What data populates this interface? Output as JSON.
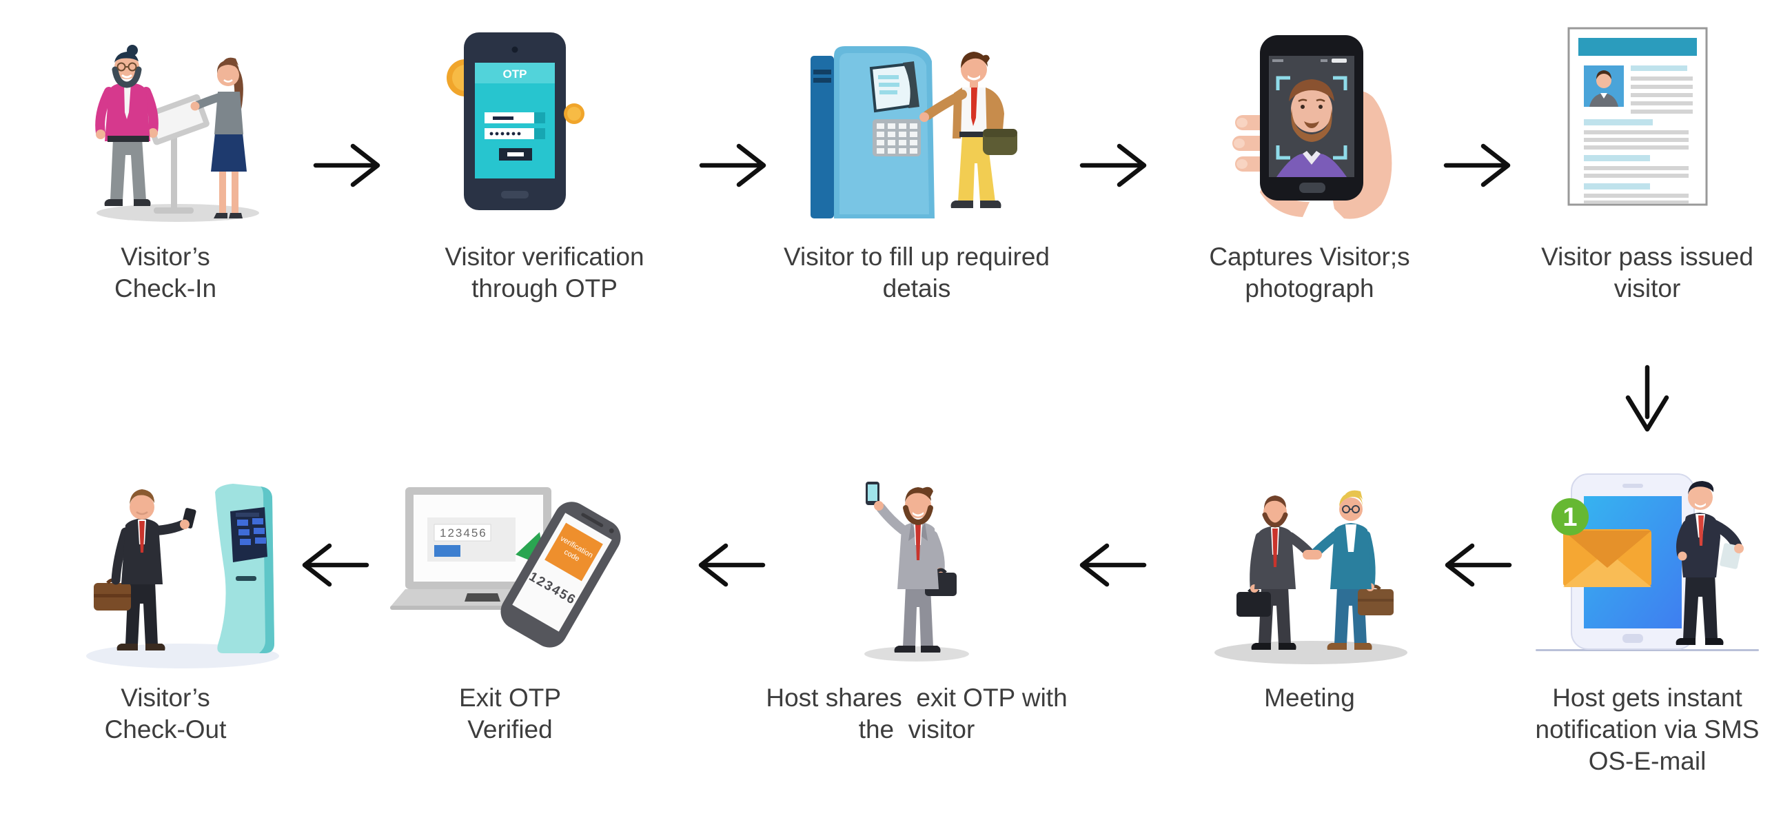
{
  "palette": {
    "teal": "#29c5cf",
    "kiosk_teal": "#9fe2e0",
    "phone_screen_blue": "#4f9df5",
    "atm_blue": "#66b9dc",
    "envelope_orange": "#f5a733",
    "badge_green": "#66b832",
    "arrow_green": "#2aa551",
    "shirt_pink": "#d6398d",
    "tie_red": "#d63324",
    "pants_yellow": "#f2cd52",
    "caption_text": "#3d3d3d",
    "flow_arrow": "#101010"
  },
  "steps": [
    {
      "id": "visitor-check-in",
      "lines": [
        "Visitor’s",
        "Check-In"
      ]
    },
    {
      "id": "otp-verification",
      "lines": [
        "Visitor verification",
        "through OTP"
      ]
    },
    {
      "id": "fill-details",
      "lines": [
        "Visitor to fill up required",
        "detais"
      ]
    },
    {
      "id": "capture-photograph",
      "lines": [
        "Captures Visitor;s",
        "photograph"
      ]
    },
    {
      "id": "visitor-pass",
      "lines": [
        "Visitor pass issued",
        "visitor"
      ]
    },
    {
      "id": "host-notification",
      "lines": [
        "Host gets instant",
        "notification via SMS",
        "OS-E-mail"
      ]
    },
    {
      "id": "meeting",
      "lines": [
        "Meeting"
      ]
    },
    {
      "id": "share-exit-otp",
      "lines": [
        "Host shares  exit OTP with",
        "the  visitor"
      ]
    },
    {
      "id": "exit-otp-verified",
      "lines": [
        "Exit OTP",
        "Verified"
      ]
    },
    {
      "id": "visitor-check-out",
      "lines": [
        "Visitor’s",
        "Check-Out"
      ]
    }
  ],
  "illustrations": {
    "otp_phone": {
      "header": "OTP"
    },
    "notification": {
      "badge_count": "1"
    },
    "exit_otp": {
      "laptop_code": "123456",
      "phone_code": "123456",
      "verification_line1": "verification",
      "verification_line2": "code"
    }
  }
}
